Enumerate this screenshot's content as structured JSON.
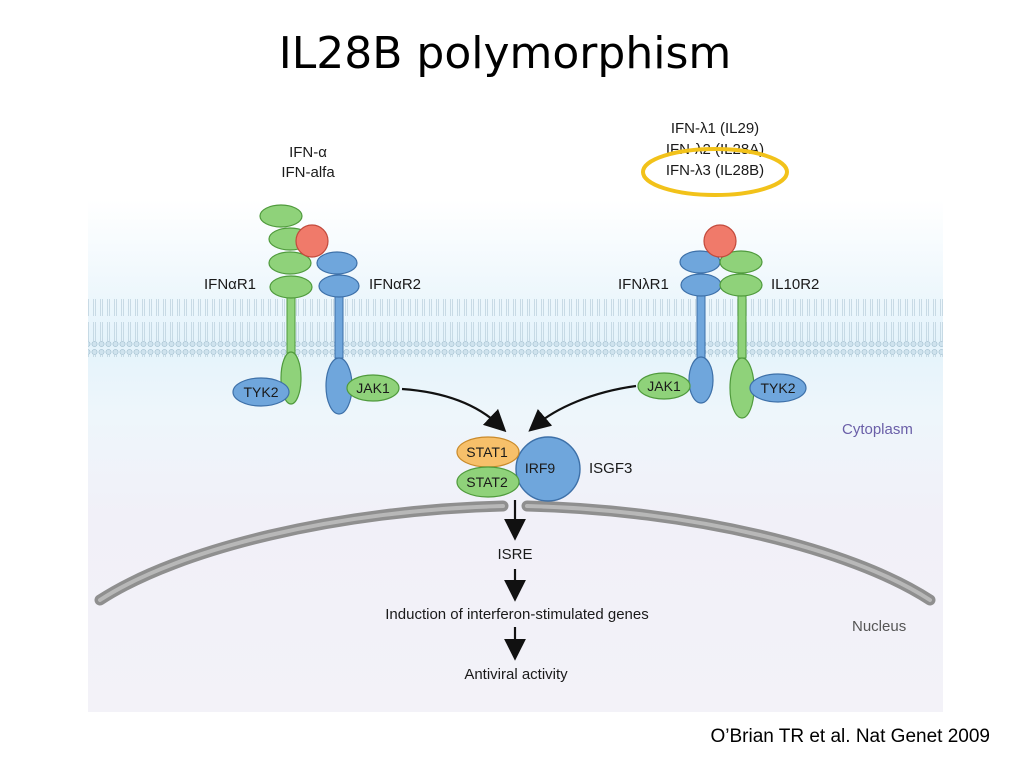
{
  "title": "IL28B polymorphism",
  "citation": "O’Brian TR et al. Nat Genet 2009",
  "left_ligand": {
    "line1": "IFN-α",
    "line2": "IFN-alfa"
  },
  "right_ligands": [
    "IFN-λ1 (IL29)",
    "IFN-λ2 (IL28A)",
    "IFN-λ3 (IL28B)"
  ],
  "receptors": {
    "ifnar1": "IFNαR1",
    "ifnar2": "IFNαR2",
    "ifnlr1": "IFNλR1",
    "il10r2": "IL10R2"
  },
  "kinases": {
    "tyk2_left": "TYK2",
    "jak1_left": "JAK1",
    "jak1_right": "JAK1",
    "tyk2_right": "TYK2"
  },
  "complex": {
    "stat1": "STAT1",
    "stat2": "STAT2",
    "irf9": "IRF9",
    "name": "ISGF3"
  },
  "regions": {
    "cytoplasm": "Cytoplasm",
    "nucleus": "Nucleus"
  },
  "pathway": {
    "isre": "ISRE",
    "induction": "Induction of interferon-stimulated genes",
    "antiviral": "Antiviral activity"
  },
  "colors": {
    "green": "#8fd27a",
    "blue": "#6fa6dc",
    "red": "#f07a6a",
    "orange": "#f7c06a",
    "highlight": "#f2c21a",
    "cytoplasm_text": "#6a5fa8"
  }
}
